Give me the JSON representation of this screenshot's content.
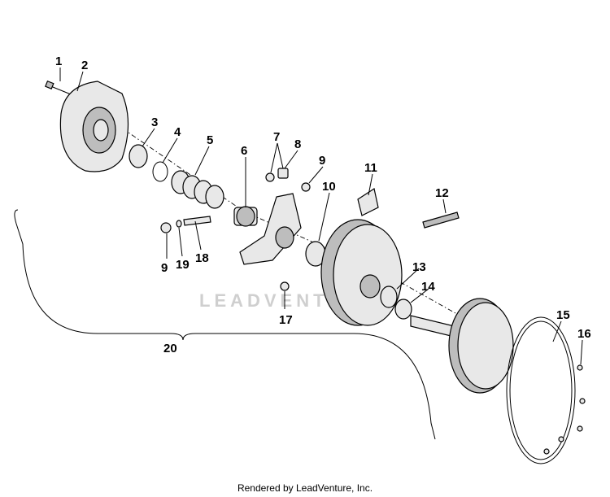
{
  "diagram": {
    "callouts": [
      "1",
      "2",
      "3",
      "4",
      "5",
      "6",
      "7",
      "8",
      "9",
      "10",
      "11",
      "12",
      "9",
      "19",
      "18",
      "13",
      "14",
      "17",
      "20",
      "15",
      "16"
    ],
    "watermark": "LEADVENTURE",
    "footer": "Rendered by LeadVenture, Inc."
  }
}
